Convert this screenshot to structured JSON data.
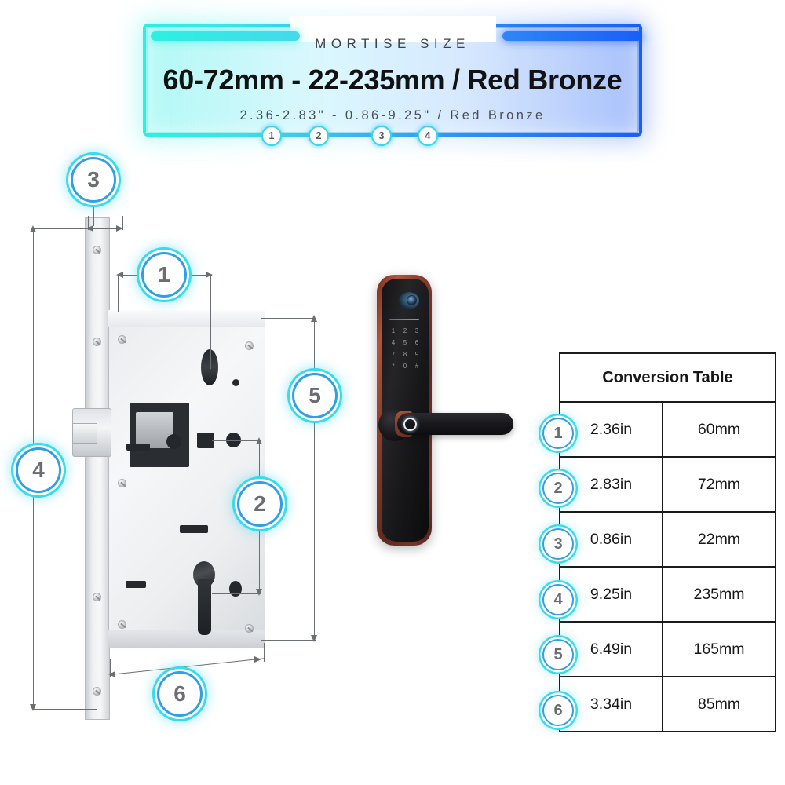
{
  "header": {
    "eyebrow": "MORTISE SIZE",
    "title": "60-72mm - 22-235mm / Red Bronze",
    "subtitle": "2.36-2.83\" - 0.86-9.25\" / Red Bronze",
    "badges": [
      "1",
      "2",
      "3",
      "4"
    ],
    "colors": {
      "neon_cyan": "#2ef0df",
      "neon_blue": "#1a5ef7",
      "badge_ring": "#35dcea",
      "badge_text": "#6a6d73"
    }
  },
  "diagram": {
    "callouts": [
      {
        "id": "1",
        "label": "1"
      },
      {
        "id": "2",
        "label": "2"
      },
      {
        "id": "3",
        "label": "3"
      },
      {
        "id": "4",
        "label": "4"
      },
      {
        "id": "5",
        "label": "5"
      },
      {
        "id": "6",
        "label": "6"
      }
    ]
  },
  "product": {
    "keypad_keys": [
      "1",
      "2",
      "3",
      "4",
      "5",
      "6",
      "7",
      "8",
      "9",
      "*",
      "0",
      "#"
    ],
    "finish": "Red Bronze"
  },
  "table": {
    "title": "Conversion Table",
    "rows": [
      {
        "badge": "1",
        "inches": "2.36in",
        "mm": "60mm"
      },
      {
        "badge": "2",
        "inches": "2.83in",
        "mm": "72mm"
      },
      {
        "badge": "3",
        "inches": "0.86in",
        "mm": "22mm"
      },
      {
        "badge": "4",
        "inches": "9.25in",
        "mm": "235mm"
      },
      {
        "badge": "5",
        "inches": "6.49in",
        "mm": "165mm"
      },
      {
        "badge": "6",
        "inches": "3.34in",
        "mm": "85mm"
      }
    ]
  }
}
